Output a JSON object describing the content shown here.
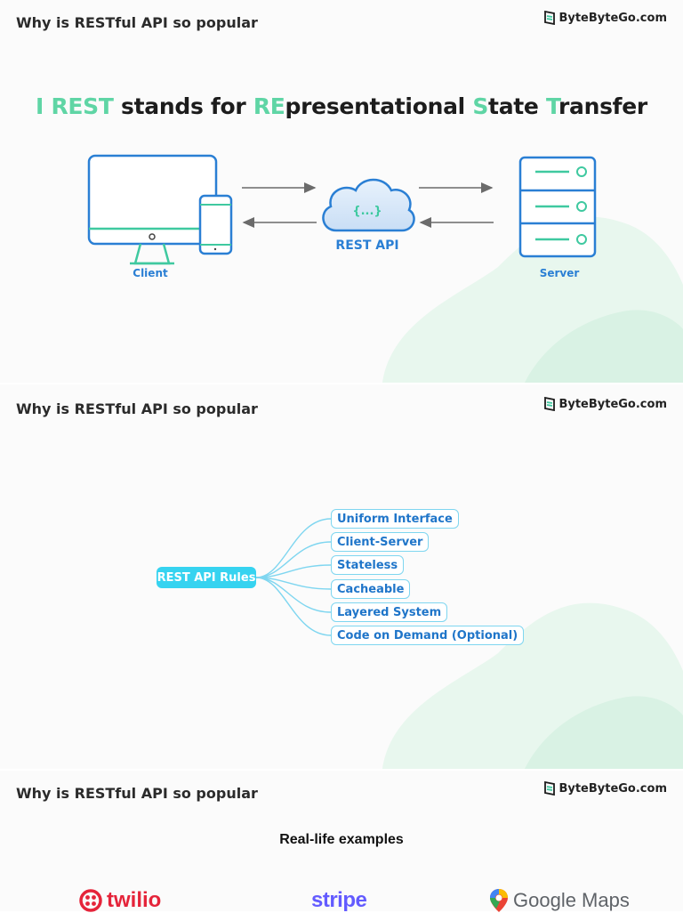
{
  "panels": [
    {
      "title": "Why is RESTful API so popular",
      "logo": "ByteByteGo.com",
      "headline": {
        "prefix": "I ",
        "rest": "REST",
        "mid": " stands for ",
        "re": "RE",
        "presentational": "presentational ",
        "s": "S",
        "tate": "tate ",
        "t": "T",
        "ransfer": "ransfer"
      },
      "client_label": "Client",
      "cloud_symbol": "{...}",
      "api_label": "REST API",
      "server_label": "Server"
    },
    {
      "title": "Why is RESTful API so popular",
      "logo": "ByteByteGo.com",
      "center": "REST API Rules",
      "rules": [
        "Uniform Interface",
        "Client-Server",
        "Stateless",
        "Cacheable",
        "Layered System",
        "Code on Demand (Optional)"
      ]
    },
    {
      "title": "Why is RESTful API so popular",
      "logo": "ByteByteGo.com",
      "subtitle": "Real-life examples",
      "brands": [
        "twilio",
        "stripe",
        "Google Maps"
      ]
    }
  ],
  "colors": {
    "accent_green": "#5fd5a5",
    "line_green": "#3fc9a0",
    "device_blue": "#2a7fd4",
    "rule_blue": "#1f75c9",
    "center_cyan": "#36d3f0",
    "blob": "#e7f7ee"
  }
}
